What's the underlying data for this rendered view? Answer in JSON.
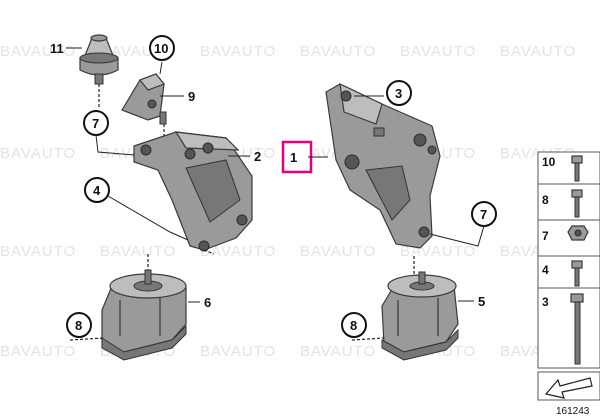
{
  "watermark": "BAVAUTO",
  "diagram_id": "161243",
  "callouts": {
    "c11": "11",
    "c10": "10",
    "c9": "9",
    "c7a": "7",
    "c2": "2",
    "c4": "4",
    "c6": "6",
    "c8a": "8",
    "c3": "3",
    "c1": "1",
    "c7b": "7",
    "c5": "5",
    "c8b": "8"
  },
  "legend": [
    "10",
    "8",
    "7",
    "4",
    "3"
  ],
  "colors": {
    "highlight": "#e4007c",
    "part": "#9a9a9a",
    "background": "#ffffff"
  }
}
